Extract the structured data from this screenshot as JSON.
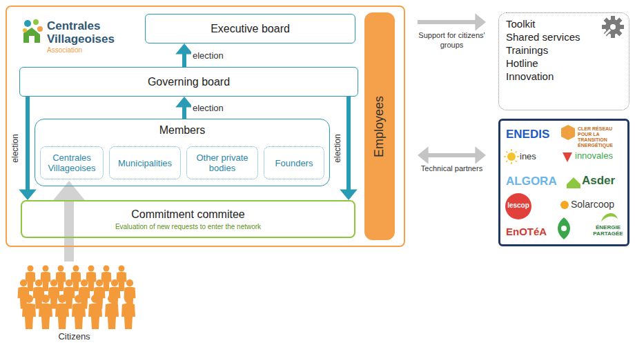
{
  "diagram": {
    "nodes": [
      {
        "text": [
          "Centrales Villageoises",
          "Association"
        ]
      },
      {
        "text": [
          "Executive board"
        ],
        "in": 0
      },
      {
        "text": [
          "Governing board"
        ],
        "in": 0
      },
      {
        "text": [
          "Members"
        ],
        "in": 0
      },
      {
        "text": [
          "Centrales Villageoises"
        ],
        "in": 3
      },
      {
        "text": [
          "Municipalities"
        ],
        "in": 3
      },
      {
        "text": [
          "Other private bodies"
        ],
        "in": 3
      },
      {
        "text": [
          "Founders"
        ],
        "in": 3
      },
      {
        "text": [
          "Commitment commitee",
          "Evaluation of new requests to enter the network"
        ],
        "in": 0
      },
      {
        "text": [
          "Employees"
        ],
        "in": 0
      },
      {
        "text": [
          "Toolkit",
          "Shared services",
          "Trainings",
          "Hotline",
          "Innovation"
        ]
      },
      {
        "text": [
          "ENEDIS",
          "CLER RÉSEAU POUR LA TRANSITION ÉNERGÉTIQUE",
          "ines",
          "innovales",
          "ALGORA",
          "Asder",
          "lescop",
          "Solarcoop",
          "EnOTéA",
          "ÉNERGIE PARTAGÉE"
        ]
      },
      {
        "text": [
          "Citizens"
        ]
      }
    ],
    "edges": [
      {
        "from": 2,
        "to": 1,
        "label": "election",
        "arrow": "to"
      },
      {
        "from": 3,
        "to": 2,
        "label": "election",
        "arrow": "to"
      },
      {
        "from": 2,
        "to": 8,
        "label": "election",
        "arrow": "to"
      },
      {
        "from": 2,
        "to": 8,
        "label": "election",
        "arrow": "to"
      },
      {
        "from": 12,
        "to": 4,
        "arrow": "to"
      },
      {
        "from": 0,
        "to": 10,
        "label": "Support for citizens' groups",
        "arrow": "to"
      },
      {
        "from": 0,
        "to": 11,
        "label": "Technical partners",
        "arrow": "both"
      }
    ]
  }
}
